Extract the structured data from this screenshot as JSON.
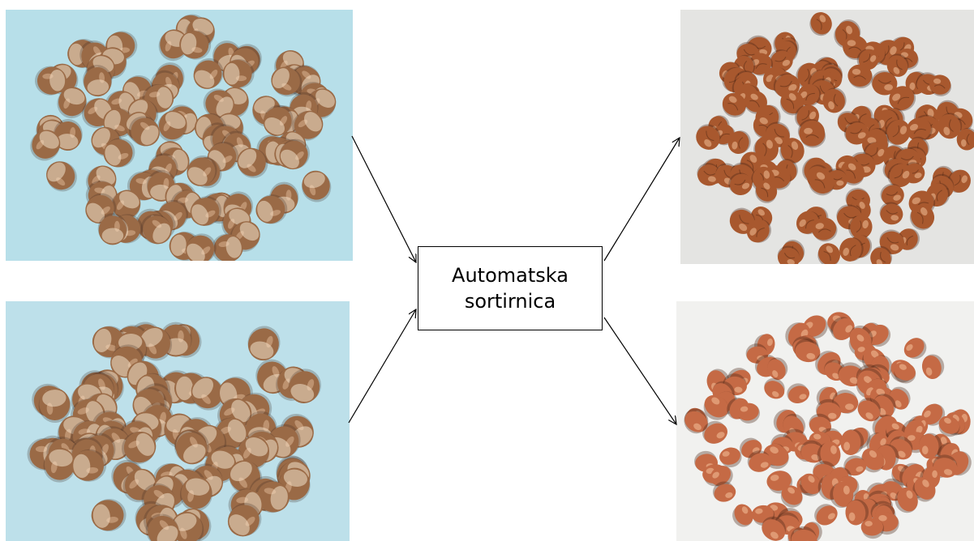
{
  "sorter_box": {
    "line1": "Automatska",
    "line2": "sortirnica"
  },
  "inputs": [
    {
      "icon": "in-shell-hazelnuts-photo"
    },
    {
      "icon": "in-shell-hazelnuts-photo"
    }
  ],
  "outputs": [
    {
      "icon": "dark-kernels-photo"
    },
    {
      "icon": "light-kernels-photo"
    }
  ],
  "colors": {
    "blue_background": "#b9dfe9",
    "grey_background": "#e6e6e4",
    "white_background": "#f2f2f0",
    "shell_brown": "#9a6a46",
    "shell_tan": "#c9ab8e",
    "kernel_dark": "#a8582e",
    "kernel_light": "#c56a45"
  }
}
